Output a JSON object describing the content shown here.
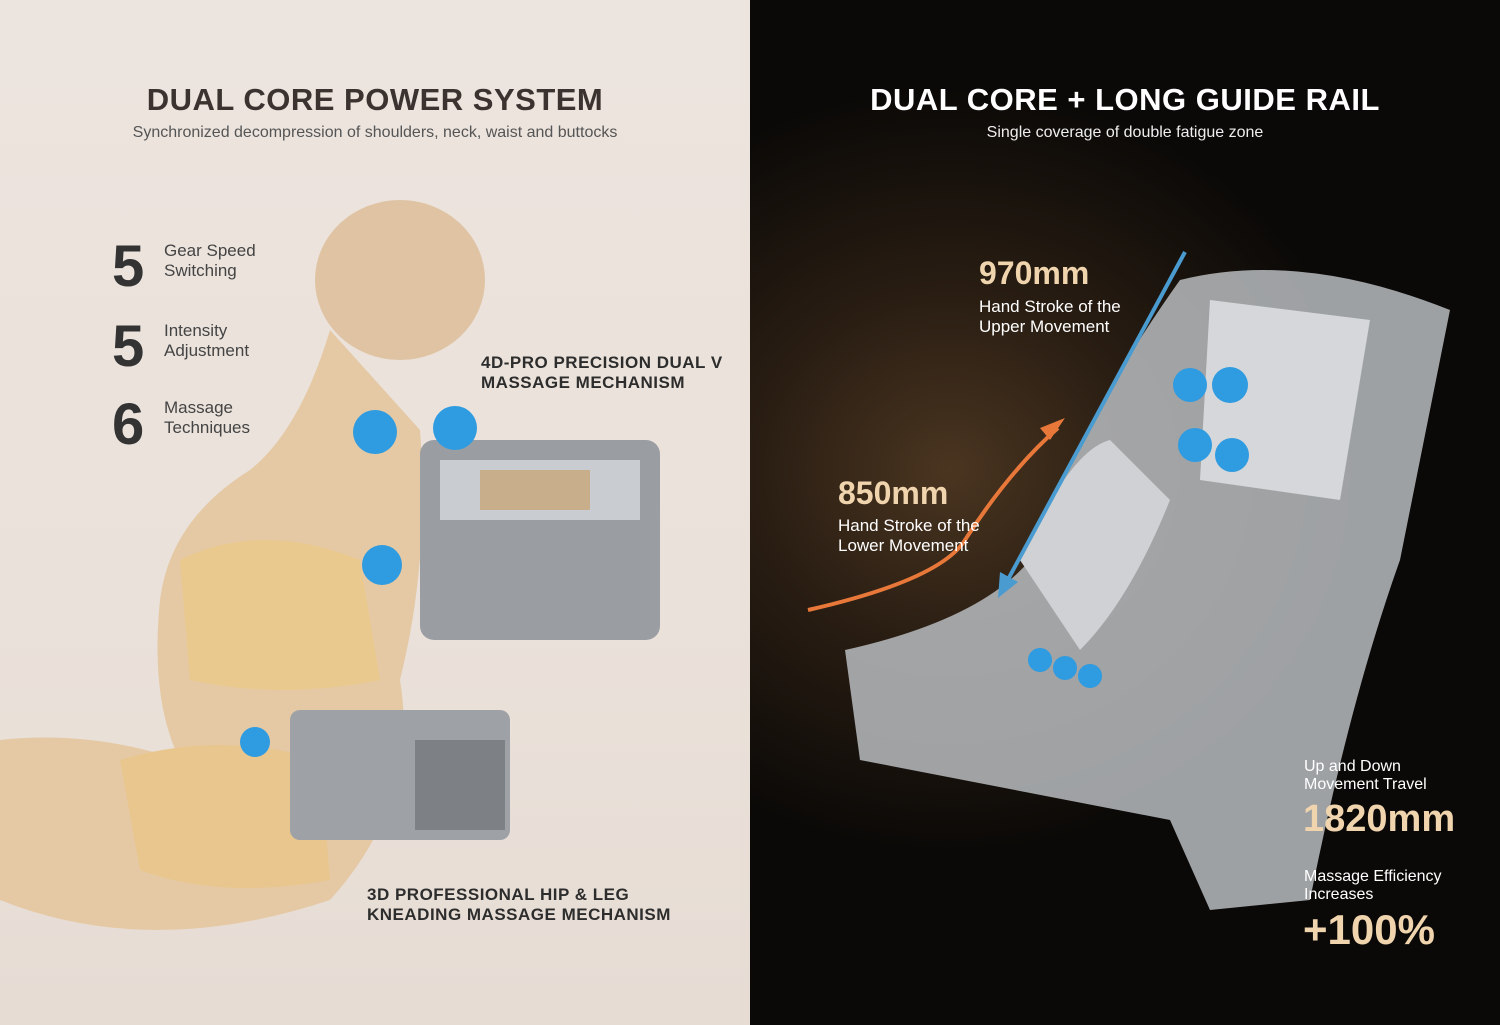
{
  "left": {
    "title": "DUAL CORE POWER SYSTEM",
    "subtitle": "Synchronized decompression of shoulders, neck, waist and buttocks",
    "specs": [
      {
        "number": "5",
        "label": "Gear Speed\nSwitching"
      },
      {
        "number": "5",
        "label": "Intensity\nAdjustment"
      },
      {
        "number": "6",
        "label": "Massage\nTechniques"
      }
    ],
    "upper_mechanism": "4D-PRO PRECISION DUAL V\nMASSAGE MECHANISM",
    "lower_mechanism": "3D PROFESSIONAL HIP & LEG\nKNEADING MASSAGE MECHANISM"
  },
  "right": {
    "title": "DUAL CORE + LONG GUIDE RAIL",
    "subtitle": "Single coverage of double fatigue zone",
    "upper_value": "970mm",
    "upper_label": "Hand Stroke of the\nUpper Movement",
    "lower_value": "850mm",
    "lower_label": "Hand Stroke of the\nLower Movement",
    "travel_label": "Up and Down\nMovement Travel",
    "travel_value": "1820mm",
    "efficiency_label": "Massage Efficiency\nIncreases",
    "efficiency_value": "+100%"
  },
  "colors": {
    "accent_gold": "#f0d4ae",
    "arrow_orange": "#e8783a",
    "arrow_blue": "#4a9bd0",
    "roller_blue": "#2f9be0"
  }
}
